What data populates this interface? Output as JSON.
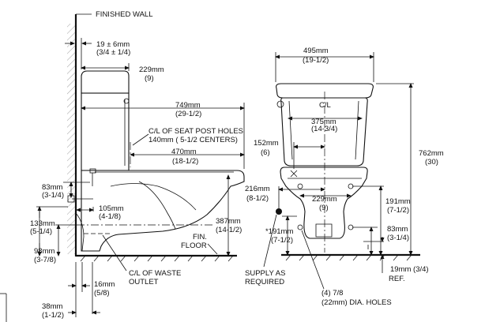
{
  "side_view": {
    "finished_wall": "FINISHED WALL",
    "wall_gap_mm": "19  ± 6mm",
    "wall_gap_in": "(3/4 ± 1/4)",
    "tank_depth_mm": "229mm",
    "tank_depth_in": "(9)",
    "overall_length_mm": "749mm",
    "overall_length_in": "(29-1/2)",
    "seat_post_line1": "C/L OF SEAT POST HOLES",
    "seat_post_line2": "140mm ( 5-1/2 CENTERS)",
    "bowl_length_mm": "470mm",
    "bowl_length_in": "(18-1/2)",
    "supply_height_mm": "83mm",
    "supply_height_in": "(3-1/4)",
    "waste_offset_mm": "105mm",
    "waste_offset_in": "(4-1/8)",
    "supply_drop_mm": "133mm",
    "supply_drop_in": "(5-1/4)",
    "waste_height_mm": "98mm",
    "waste_height_in": "(3-7/8)",
    "rim_height_mm": "387mm",
    "rim_height_in": "(14-1/2)",
    "fin_floor_line1": "FIN.",
    "fin_floor_line2": "FLOOR",
    "waste_outlet_line1": "C/L OF WASTE",
    "waste_outlet_line2": "OUTLET",
    "outlet_gap_mm": "16mm",
    "outlet_gap_in": "(5/8)",
    "wall_to_outlet_mm": "38mm",
    "wall_to_outlet_in": "(1-1/2)"
  },
  "front_view": {
    "tank_width_mm": "495mm",
    "tank_width_in": "(19-1/2)",
    "centerline": "C/L",
    "bowl_width_mm": "375mm",
    "bowl_width_in": "(14-3/4)",
    "valve_offset_mm": "152mm",
    "valve_offset_in": "(6)",
    "overall_height_mm": "762mm",
    "overall_height_in": "(30)",
    "supply_offset_mm": "216mm",
    "supply_offset_in": "(8-1/2)",
    "hole_spacing_mm": "229mm",
    "hole_spacing_in": "(9)",
    "hole_row_height_mm": "191mm",
    "hole_row_height_in": "(7-1/2)",
    "hole_height_mm": "*191mm",
    "hole_height_in": "(7-1/2)",
    "lower_height_mm": "83mm",
    "lower_height_in": "(3-1/4)",
    "supply_line1": "SUPPLY AS",
    "supply_line2": "REQUIRED",
    "ref_height_mm": "19mm (3/4)",
    "ref_label": "REF.",
    "holes_line1": "(4) 7/8",
    "holes_line2": "(22mm) DIA. HOLES"
  }
}
